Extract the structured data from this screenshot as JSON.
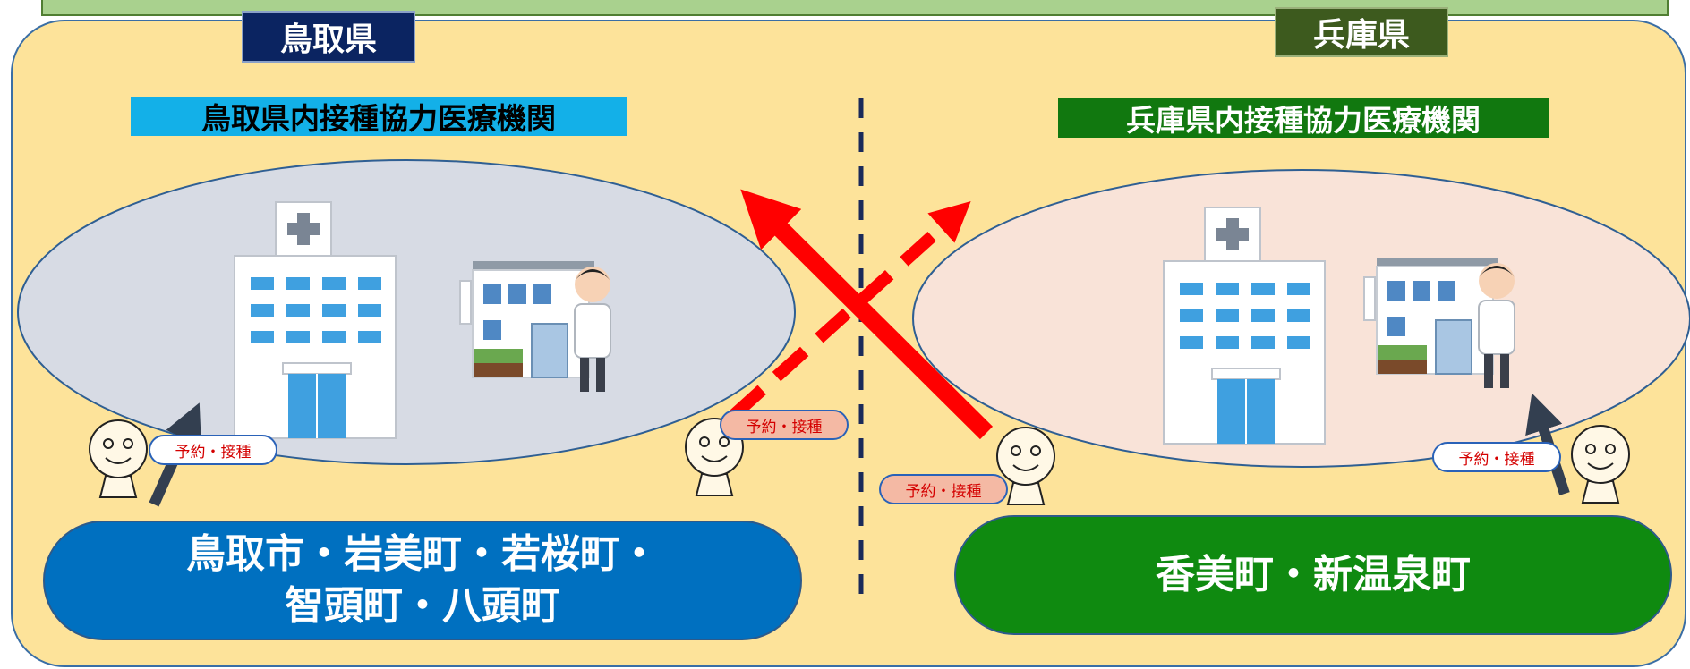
{
  "tottori": {
    "prefecture_label": "鳥取県",
    "institution_title": "鳥取県内接種協力医療機関",
    "towns_line1": "鳥取市・岩美町・若桜町・",
    "towns_line2": "智頭町・八頭町"
  },
  "hyogo": {
    "prefecture_label": "兵庫県",
    "institution_title": "兵庫県内接種協力医療機関",
    "towns": "香美町・新温泉町"
  },
  "badges": {
    "tottori_resident": "予約・接種",
    "tottori_to_hyogo": "予約・接種",
    "hyogo_to_tottori": "予約・接種",
    "hyogo_resident": "予約・接種"
  },
  "colors": {
    "panel": "#fde39a",
    "tottori_blue": "#0070c0",
    "hyogo_green": "#0f8a10",
    "arrow_red": "#ff0000",
    "arrow_dark": "#333f50"
  },
  "icons": [
    "hospital-icon",
    "clinic-doctor-icon",
    "person-icon",
    "solid-arrow-icon",
    "dashed-arrow-icon",
    "divider-line"
  ]
}
